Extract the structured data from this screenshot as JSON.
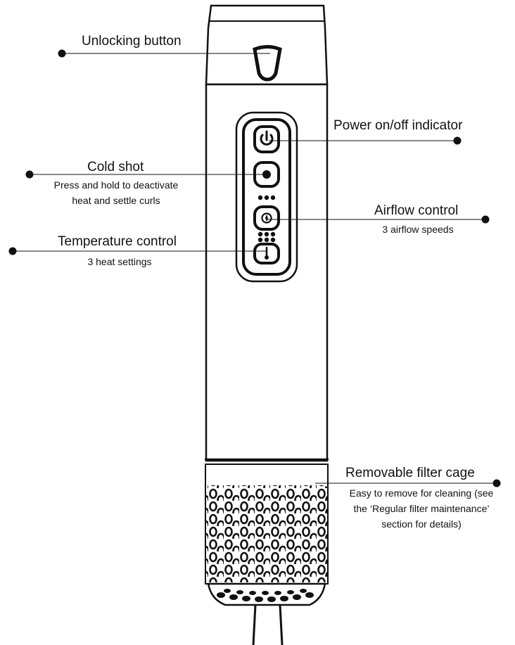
{
  "callouts": {
    "unlocking_button": {
      "title": "Unlocking button"
    },
    "power_indicator": {
      "title": "Power on/off  indicator"
    },
    "cold_shot": {
      "title": "Cold shot",
      "desc_line1": "Press and hold to deactivate",
      "desc_line2": "heat and settle curls"
    },
    "airflow_control": {
      "title": "Airflow control",
      "desc": "3 airflow speeds"
    },
    "temperature_control": {
      "title": "Temperature control",
      "desc": "3 heat settings"
    },
    "filter_cage": {
      "title": "Removable filter cage",
      "desc_line1": "Easy to remove for cleaning (see",
      "desc_line2": "the ‘Regular filter maintenance’",
      "desc_line3": "section for details)"
    }
  },
  "colors": {
    "ink": "#111111",
    "background": "#ffffff",
    "arrow": "#7a7a7a"
  },
  "icons": {
    "unlock": "unlock-icon",
    "lock": "lock-icon",
    "power": "power-icon",
    "cold_shot": "snowflake-icon",
    "airflow": "fan-icon",
    "temperature": "thermometer-icon"
  }
}
